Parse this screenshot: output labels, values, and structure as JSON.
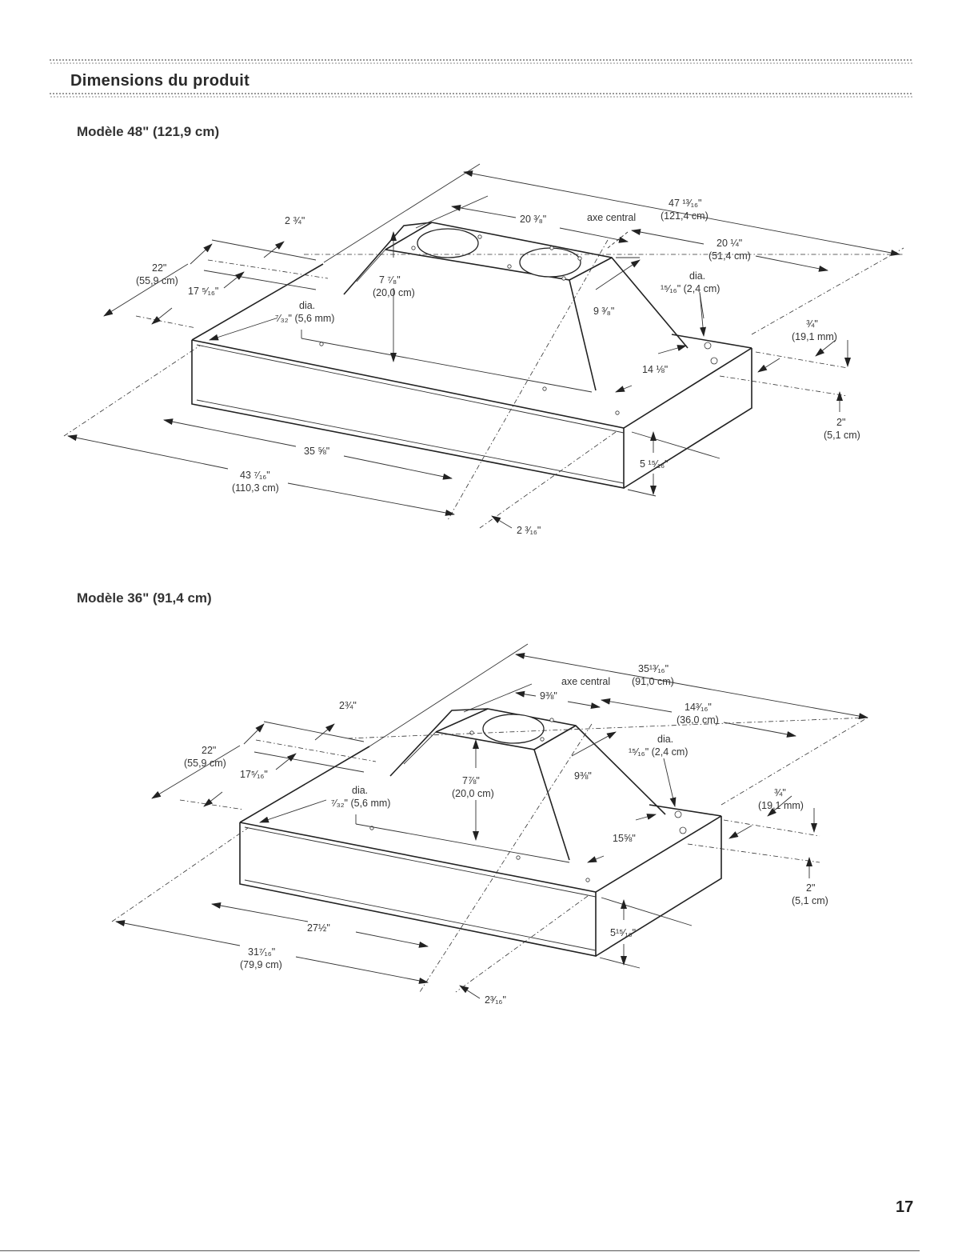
{
  "header": {
    "title": "Dimensions du produit"
  },
  "models": [
    {
      "title": "Modèle 48\" (121,9 cm)",
      "labels": {
        "overall_width": "47 ¹³⁄₁₆\"",
        "overall_width_cm": "(121,4 cm)",
        "chimney_width": "20 ³⁄₈\"",
        "center_axis": "axe central",
        "rear_offset": "20 ¼\"",
        "rear_offset_cm": "(51,4 cm)",
        "hole_dia": "dia.",
        "hole_dia_value": "¹⁵⁄₁₆\" (2,4 cm)",
        "offset_in": "¾\"",
        "offset_mm": "(19,1 mm)",
        "depth_in": "22\"",
        "depth_cm": "(55,9 cm)",
        "inner_depth": "17 ⁵⁄₁₆\"",
        "top_margin": "2 ¾\"",
        "small_hole_dia": "dia.",
        "small_hole_value": "⁷⁄₃₂\" (5,6 mm)",
        "chimney_height": "7 ⁷⁄₈\"",
        "chimney_height_cm": "(20,0 cm)",
        "chimney_depth": "9 ³⁄₈\"",
        "side_distance": "14 ⅛\"",
        "front_inner_width": "35 ⅝\"",
        "front_width": "43 ⁷⁄₁₆\"",
        "front_width_cm": "(110,3 cm)",
        "front_height": "5 ¹⁵⁄₁₆\"",
        "edge_offset": "2 ³⁄₁₆\"",
        "side_height": "2\"",
        "side_height_cm": "(5,1 cm)"
      }
    },
    {
      "title": "Modèle 36\" (91,4 cm)",
      "labels": {
        "overall_width": "35¹³⁄₁₆\"",
        "overall_width_cm": "(91,0 cm)",
        "chimney_width": "9⅜\"",
        "center_axis": "axe central",
        "rear_offset": "14³⁄₁₆\"",
        "rear_offset_cm": "(36,0 cm)",
        "hole_dia": "dia.",
        "hole_dia_value": "¹⁵⁄₁₆\" (2,4 cm)",
        "offset_in": "¾\"",
        "offset_mm": "(19,1 mm)",
        "depth_in": "22\"",
        "depth_cm": "(55,9 cm)",
        "inner_depth": "17⁵⁄₁₆\"",
        "top_margin": "2¾\"",
        "small_hole_dia": "dia.",
        "small_hole_value": "⁷⁄₃₂\" (5,6 mm)",
        "chimney_height": "7⅞\"",
        "chimney_height_cm": "(20,0 cm)",
        "chimney_depth": "9⅜\"",
        "side_distance": "15⅝\"",
        "front_inner_width": "27½\"",
        "front_width": "31⁷⁄₁₆\"",
        "front_width_cm": "(79,9 cm)",
        "front_height": "5¹⁵⁄₁₆\"",
        "edge_offset": "2³⁄₁₆\"",
        "side_height": "2\"",
        "side_height_cm": "(5,1 cm)"
      }
    }
  ],
  "page": {
    "number": "17"
  }
}
